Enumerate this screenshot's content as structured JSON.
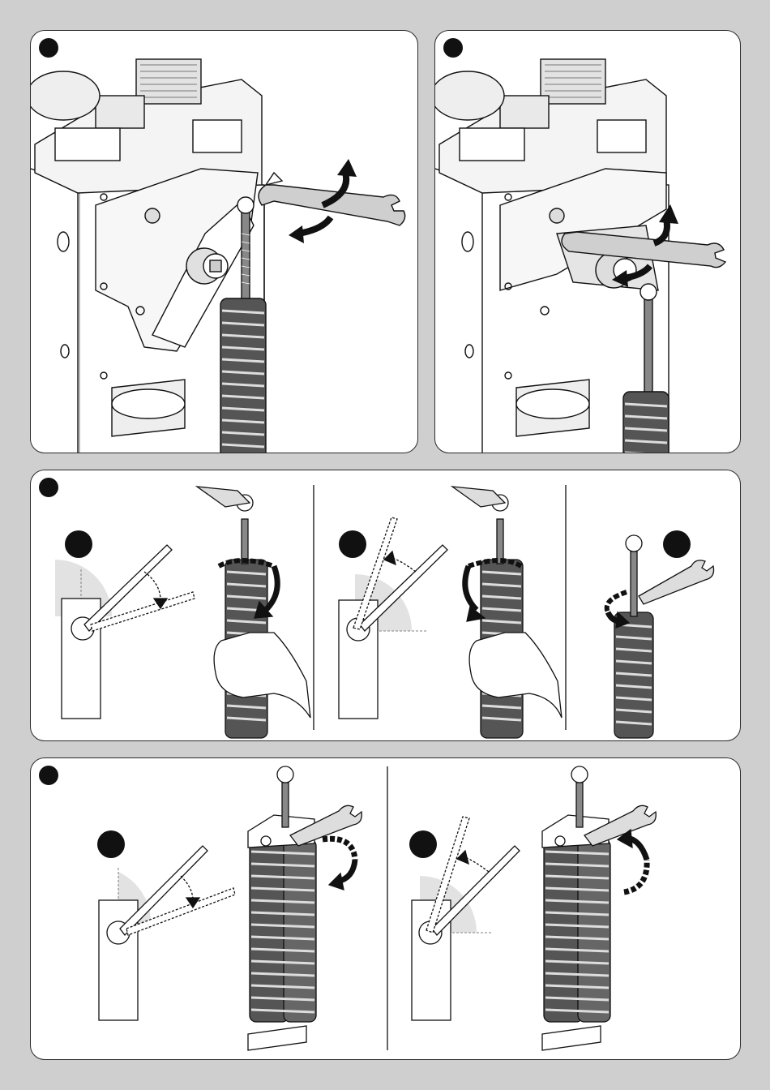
{
  "figures": [
    {
      "id": "fig1",
      "icon": "wrench-adjust-upper-eye-icon"
    },
    {
      "id": "fig2",
      "icon": "wrench-adjust-lower-eye-icon"
    },
    {
      "id": "fig3",
      "icon": "spring-rotation-balance-icon"
    },
    {
      "id": "fig4",
      "icon": "double-spring-tension-icon"
    }
  ],
  "colors": {
    "background": "#cfcfcf",
    "panel": "#ffffff",
    "ink": "#111111",
    "shade": "#bdbdbd",
    "light_shade": "#e6e6e6"
  }
}
